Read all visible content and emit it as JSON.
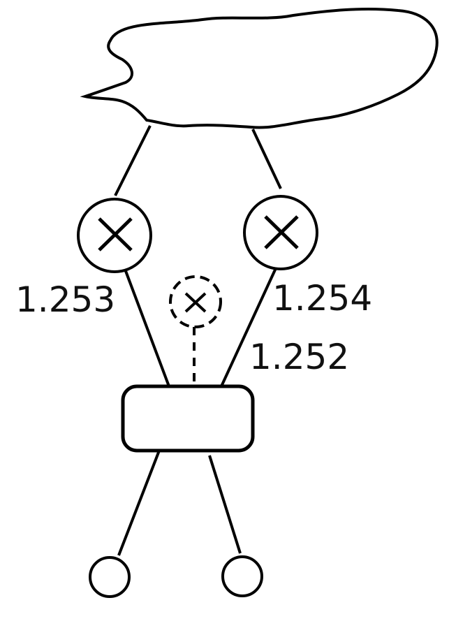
{
  "diagram": {
    "labels": {
      "left_edge": "1.253",
      "right_edge": "1.254",
      "dashed_edge": "1.252"
    },
    "nodes": [
      "cloud",
      "left-multiply-node",
      "right-multiply-node",
      "dashed-multiply-node",
      "rounded-box",
      "left-leaf",
      "right-leaf"
    ],
    "stroke_color": "#000000"
  }
}
